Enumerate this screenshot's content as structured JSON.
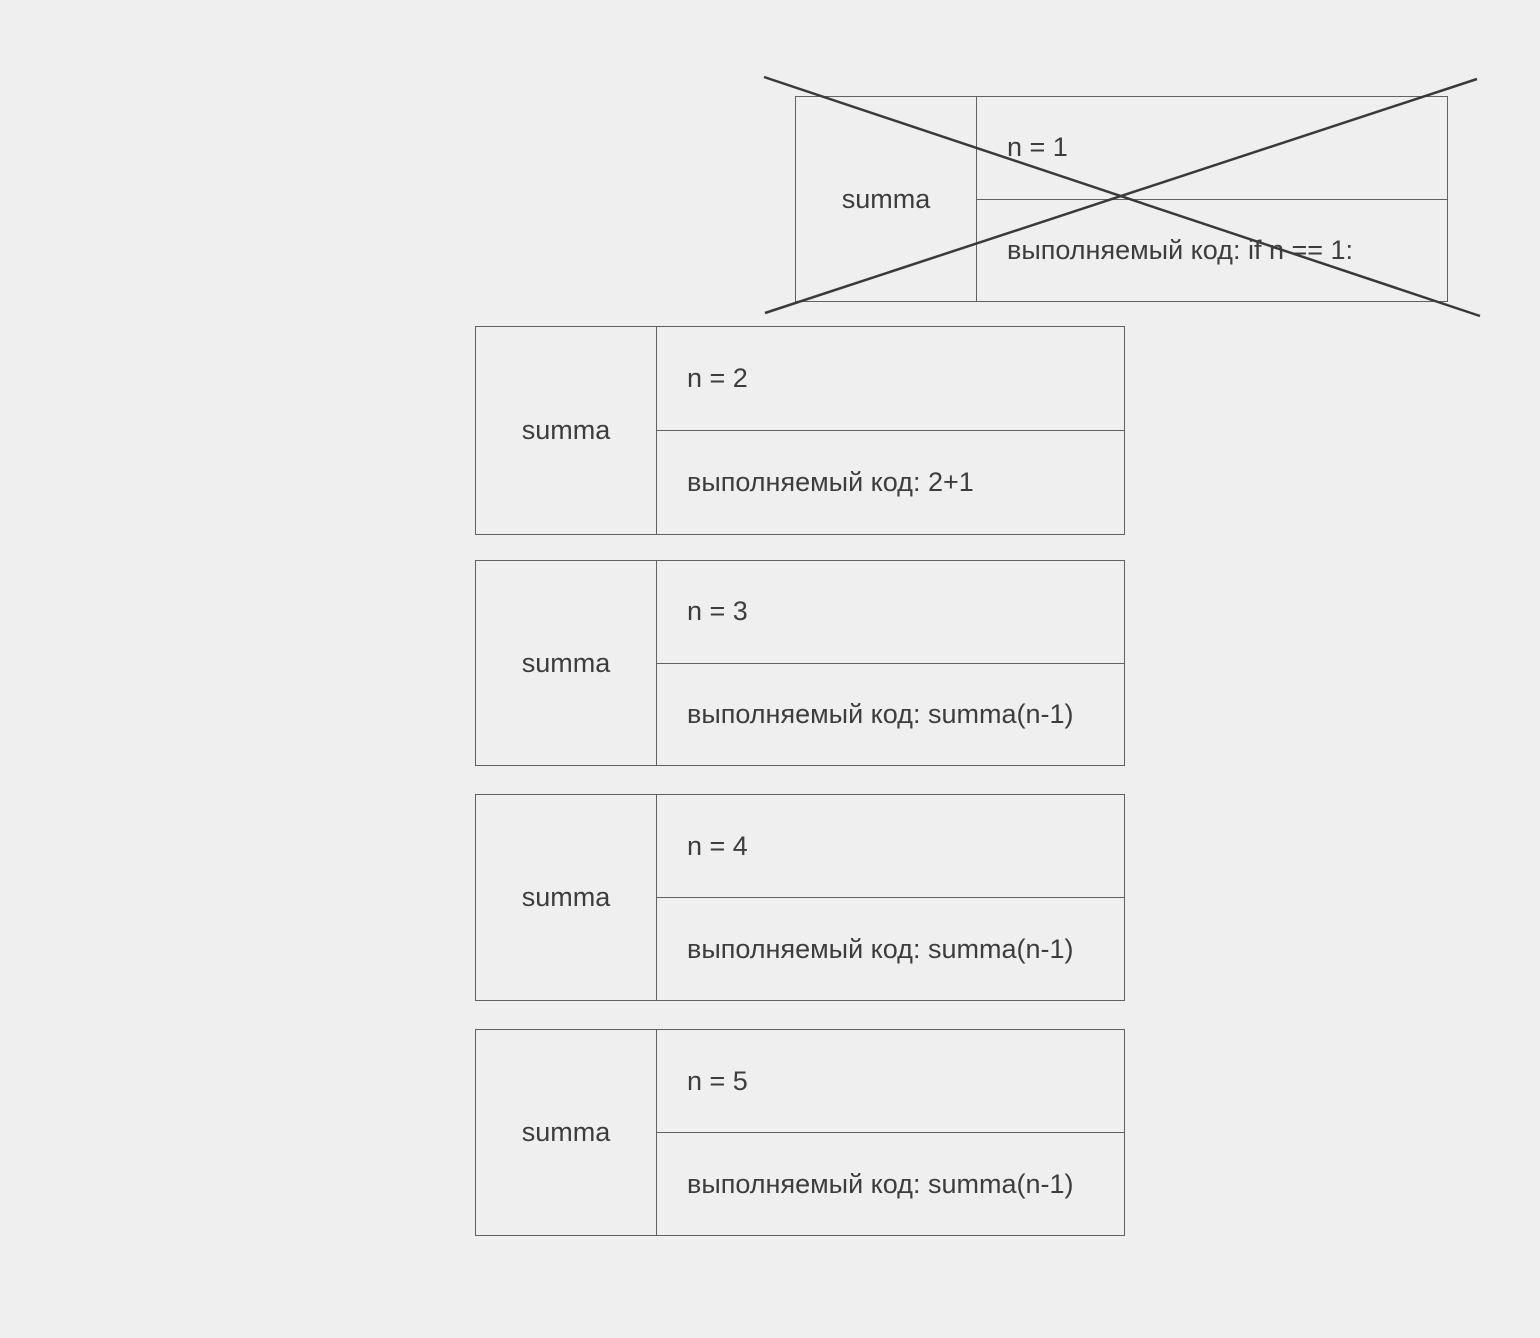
{
  "colors": {
    "background": "#efefef",
    "border": "#616161",
    "text": "#3d3d3d",
    "cross": "#3a3a3a"
  },
  "frames": [
    {
      "name": "summa",
      "n_label": "n = 1",
      "code_label": "выполняемый код: if n == 1:",
      "crossed_out": true
    },
    {
      "name": "summa",
      "n_label": "n = 2",
      "code_label": "выполняемый код: 2+1",
      "crossed_out": false
    },
    {
      "name": "summa",
      "n_label": "n = 3",
      "code_label": "выполняемый код: summa(n-1)",
      "crossed_out": false
    },
    {
      "name": "summa",
      "n_label": "n = 4",
      "code_label": "выполняемый код: summa(n-1)",
      "crossed_out": false
    },
    {
      "name": "summa",
      "n_label": "n = 5",
      "code_label": "выполняемый код: summa(n-1)",
      "crossed_out": false
    }
  ]
}
